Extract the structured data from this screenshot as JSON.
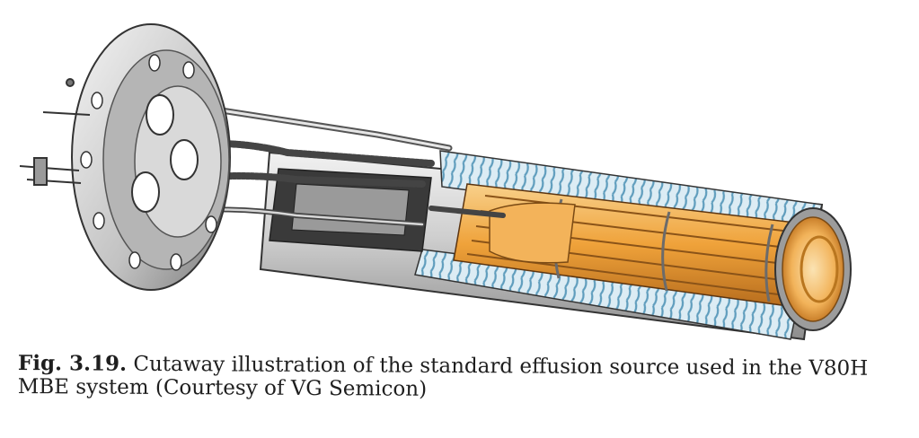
{
  "caption": {
    "label": "Fig. 3.19.",
    "line1": "Cutaway illustration of the standard effusion source used in the V80H",
    "line2": "MBE system (Courtesy of VG Semicon)"
  },
  "colors": {
    "steel": "#c9c9c9",
    "steel_dark": "#7d7d7d",
    "heater_orange": "#f0a640",
    "crucible_orange": "#f3b35a",
    "shield_blue": "#7fb4cf"
  },
  "illustration": {
    "subject": "effusion-source-cutaway",
    "parts": [
      "mounting-flange",
      "feedthrough-pins",
      "support-rods",
      "outer-tube",
      "heat-shield-foil",
      "heater-filaments",
      "crucible",
      "crucible-mouth"
    ]
  }
}
